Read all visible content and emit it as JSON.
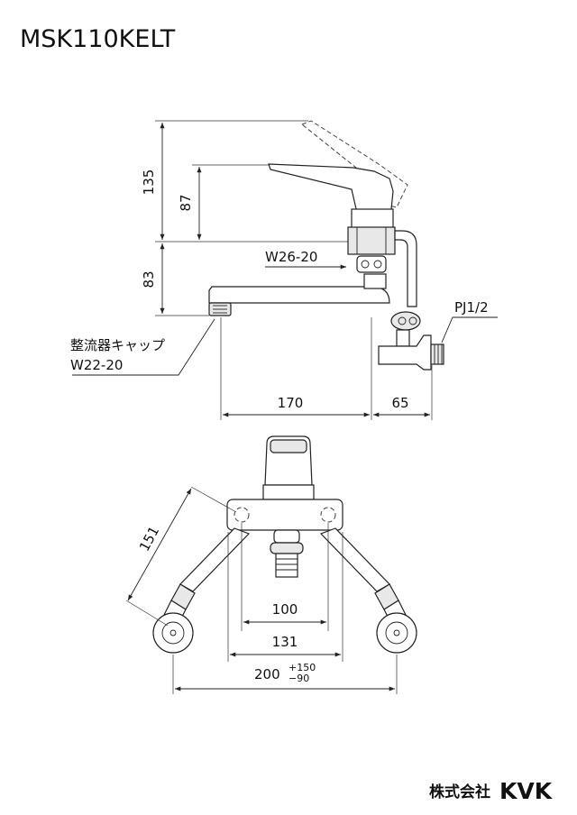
{
  "title": "MSK110KELT",
  "side_view": {
    "dim_total_height": "135",
    "dim_lever_height": "87",
    "dim_spout_height": "83",
    "connection_label": "W26-20",
    "aerator_label_line1": "整流器キャップ",
    "aerator_label_line2": "W22-20",
    "pipe_label": "PJ1/2",
    "dim_spout_reach": "170",
    "dim_wall_offset": "65"
  },
  "top_view": {
    "dim_arm_length": "151",
    "dim_inner_spacing": "100",
    "dim_body_width": "131",
    "dim_center_spacing": "200",
    "tolerance_plus": "+150",
    "tolerance_minus": "−90"
  },
  "brand": {
    "japanese": "株式会社",
    "name": "KVK"
  }
}
